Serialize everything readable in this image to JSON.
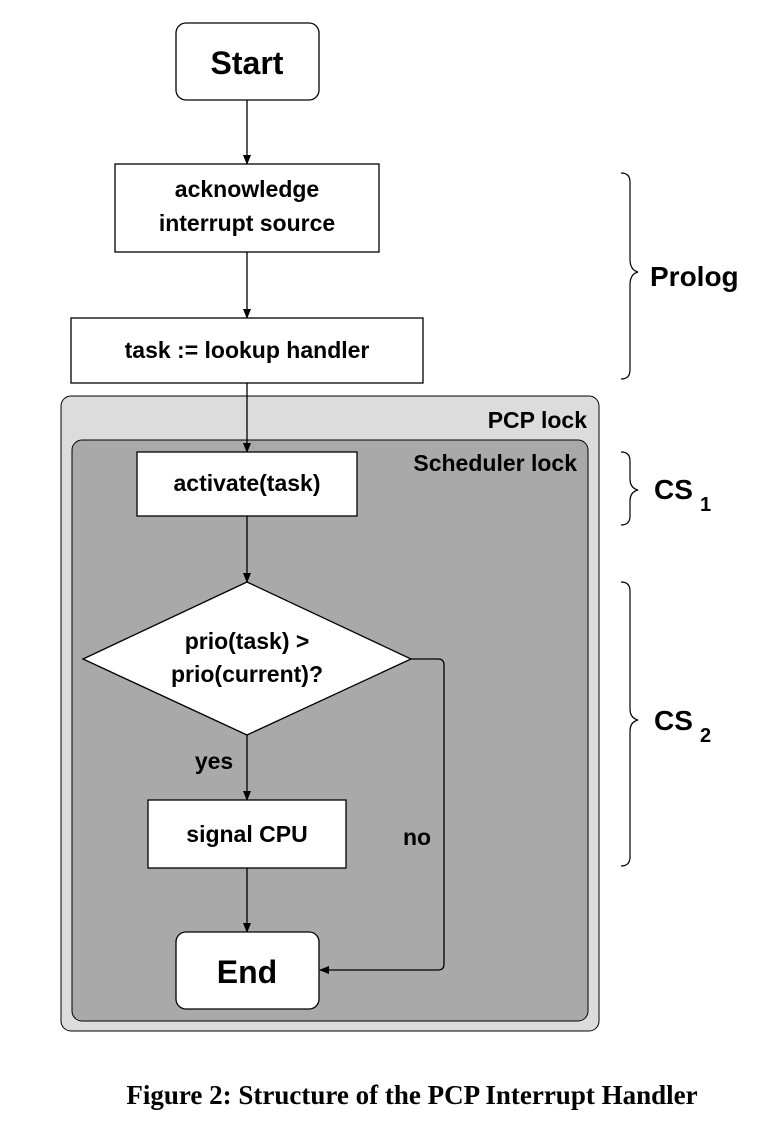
{
  "nodes": {
    "start": "Start",
    "acknowledge_line1": "acknowledge",
    "acknowledge_line2": "interrupt source",
    "lookup": "task := lookup handler",
    "activate": "activate(task)",
    "decision_line1": "prio(task) >",
    "decision_line2": "prio(current)?",
    "signal": "signal CPU",
    "end": "End"
  },
  "edges": {
    "yes": "yes",
    "no": "no"
  },
  "regions": {
    "pcp_lock": "PCP lock",
    "scheduler_lock": "Scheduler lock"
  },
  "braces": {
    "prolog": "Prolog",
    "cs1": "CS",
    "cs1_sub": "1",
    "cs2": "CS",
    "cs2_sub": "2"
  },
  "caption": "Figure 2: Structure of the PCP Interrupt Handler",
  "colors": {
    "outer_region": "#dcdcdc",
    "inner_region": "#a9a9a9",
    "box_fill": "#ffffff",
    "stroke": "#000000"
  }
}
